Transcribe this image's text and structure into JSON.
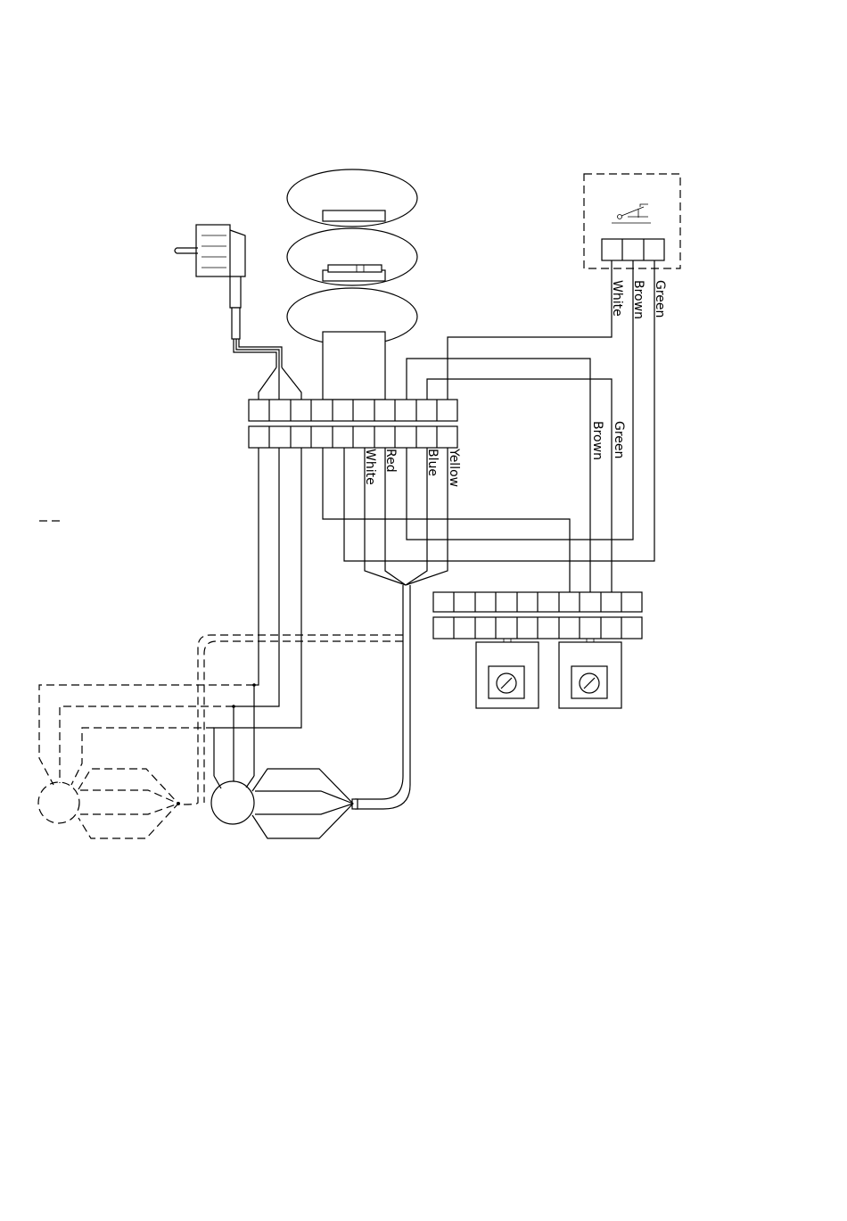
{
  "colors": {
    "line": "#000000",
    "background": "#ffffff"
  },
  "labels": {
    "switch_wires": [
      "White",
      "Brown",
      "Green"
    ],
    "main_block_wires": [
      "White",
      "Red",
      "Blue",
      "Yellow"
    ],
    "right_wires": [
      "Brown",
      "Green"
    ]
  },
  "icons": [
    "plug-icon",
    "heating-element-icon",
    "fuse-icon",
    "micro-switch-icon",
    "thermostat-knob-icon",
    "motor-icon"
  ]
}
